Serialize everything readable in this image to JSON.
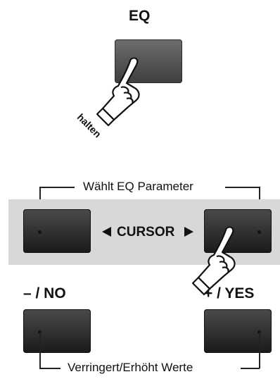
{
  "eq_section": {
    "button_label": "EQ",
    "hold_hint": "halten"
  },
  "cursor_section": {
    "top_annotation": "Wählt EQ Parameter",
    "cursor_label": "CURSOR",
    "left_arrow_icon": "triangle-left-icon",
    "right_arrow_icon": "triangle-right-icon"
  },
  "value_section": {
    "minus_label": "– / NO",
    "plus_label": "+ / YES",
    "bottom_annotation": "Verringert/Erhöht Werte"
  },
  "colors": {
    "panel": "#d8d8d8",
    "button": "#3a3a3a"
  }
}
